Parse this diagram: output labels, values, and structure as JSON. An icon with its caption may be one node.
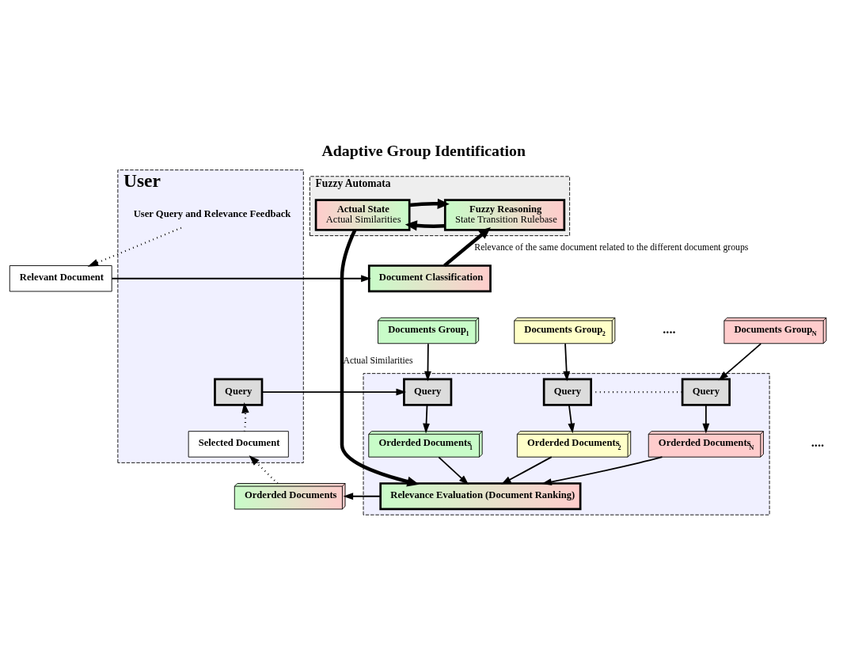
{
  "diagram": {
    "title": "Adaptive Group Identification",
    "nodes": [
      {
        "text": [
          "Fuzzy Automata"
        ]
      },
      {
        "text": [
          "Fuzzy Reasoning",
          "State Transition Rulebase"
        ],
        "in": 0
      },
      {
        "text": [
          "Actual State",
          "Actual Similarities"
        ],
        "in": 0
      },
      {
        "text": [
          "Document Classification"
        ]
      },
      {
        "text": [
          "User"
        ]
      },
      {
        "text": [
          "Relevant Document"
        ]
      },
      {
        "text": [
          "User Query and Relevance Feedback"
        ],
        "in": 4
      },
      {
        "text": [
          "Query"
        ],
        "in": 4
      },
      {
        "text": [
          "Selected Document"
        ],
        "in": 4
      },
      {
        "text": [],
        "shape": "box"
      },
      {
        "text": [
          "Documents Group$_{1}$"
        ]
      },
      {
        "text": [
          "Documents Group$_{2}$"
        ]
      },
      {
        "text": [
          "Documents Group$_{N}$"
        ]
      },
      {
        "text": [
          "Query"
        ],
        "in": 9
      },
      {
        "text": [
          "Query"
        ],
        "in": 9
      },
      {
        "text": [
          "Query"
        ],
        "in": 9
      },
      {
        "text": [
          "Orderded Documents$_{1}$"
        ],
        "in": 9
      },
      {
        "text": [
          "Orderded Documents$_{2}$"
        ],
        "in": 9
      },
      {
        "text": [
          "Orderded Documents$_{N}$"
        ],
        "in": 9
      },
      {
        "text": [
          "Relevance Evaluation (Document Ranking)"
        ],
        "in": 9
      },
      {
        "text": [
          "Orderded Documents"
        ]
      }
    ],
    "edges": [
      {
        "from": 5,
        "to": 3,
        "arrow": "to"
      },
      {
        "from": 3,
        "to": 1,
        "arrow": "to",
        "style": "thick",
        "label": "Relevance of the same document related to the different document groups"
      },
      {
        "from": 1,
        "to": 2,
        "arrow": "to",
        "style": "thick"
      },
      {
        "from": 2,
        "to": 1,
        "arrow": "to",
        "style": "thick"
      },
      {
        "from": 2,
        "to": 19,
        "arrow": "to",
        "style": "thick",
        "label": "Actual Similarities"
      },
      {
        "from": 6,
        "to": 5,
        "arrow": "to",
        "style": "dashed"
      },
      {
        "from": 7,
        "to": 13,
        "arrow": "to"
      },
      {
        "from": 10,
        "to": 13,
        "arrow": "to"
      },
      {
        "from": 11,
        "to": 14,
        "arrow": "to"
      },
      {
        "from": 12,
        "to": 15,
        "arrow": "to"
      },
      {
        "from": 13,
        "to": 16,
        "arrow": "to"
      },
      {
        "from": 14,
        "to": 17,
        "arrow": "to"
      },
      {
        "from": 15,
        "to": 18,
        "arrow": "to"
      },
      {
        "from": 14,
        "to": 15,
        "arrow": "none",
        "style": "dashed"
      },
      {
        "from": 16,
        "to": 19,
        "arrow": "to"
      },
      {
        "from": 17,
        "to": 19,
        "arrow": "to"
      },
      {
        "from": 18,
        "to": 19,
        "arrow": "to"
      },
      {
        "from": 19,
        "to": 20,
        "arrow": "to"
      },
      {
        "from": 20,
        "to": 8,
        "arrow": "to",
        "style": "dashed"
      },
      {
        "from": 8,
        "to": 7,
        "arrow": "to",
        "style": "dashed"
      }
    ],
    "labels": [
      "....",
      "...."
    ]
  }
}
